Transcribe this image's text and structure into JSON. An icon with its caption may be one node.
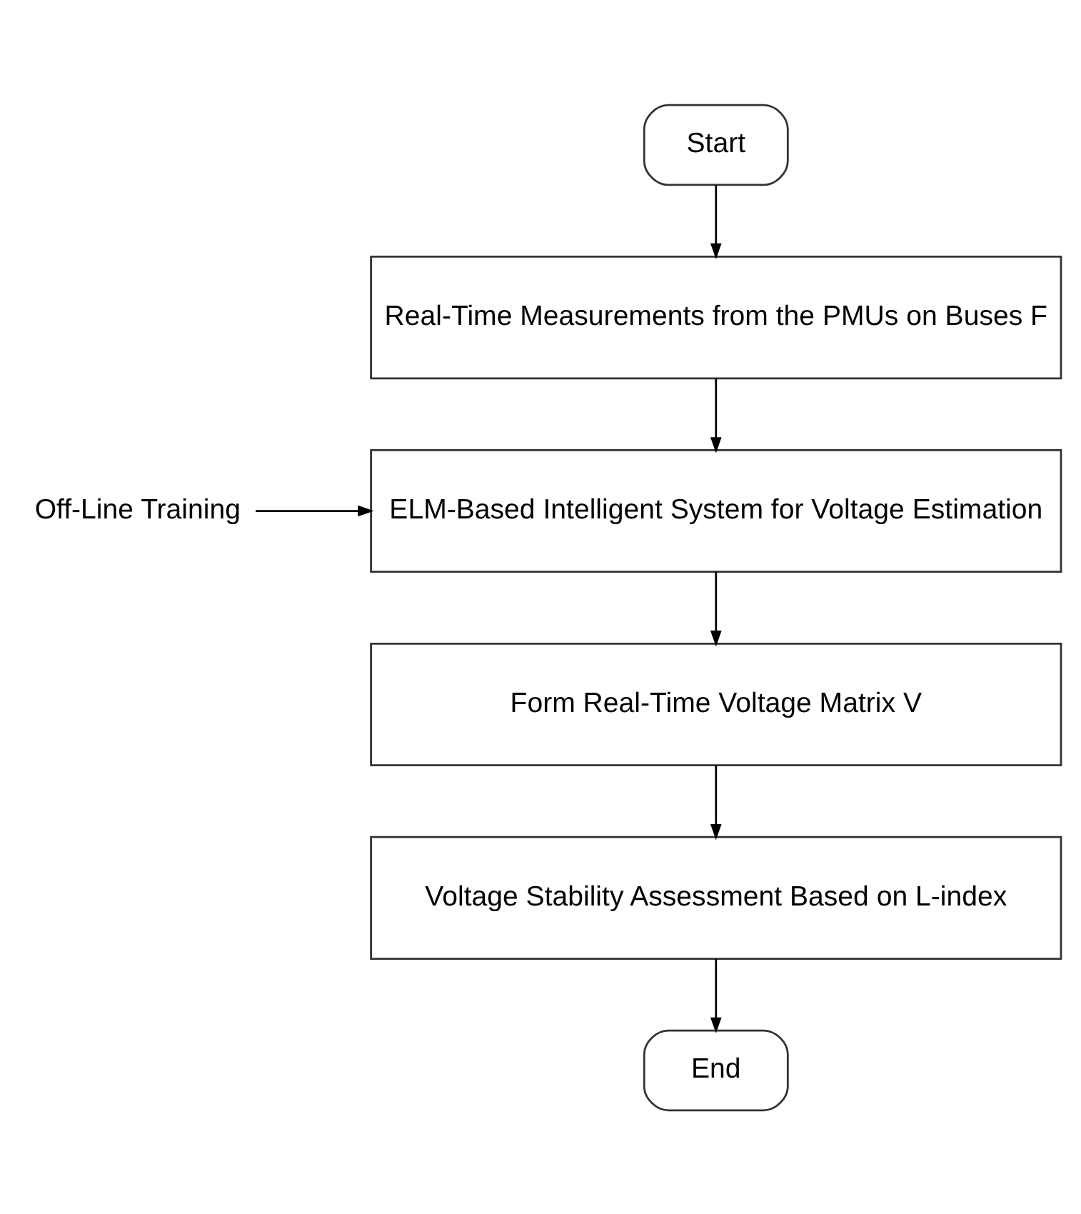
{
  "diagram": {
    "nodes": [
      {
        "text": [
          "Start"
        ]
      },
      {
        "text": [
          "Real-Time Measurements from the PMUs on Buses F"
        ]
      },
      {
        "text": [
          "ELM-Based Intelligent System for Voltage Estimation"
        ]
      },
      {
        "text": [
          "Form Real-Time Voltage Matrix V"
        ]
      },
      {
        "text": [
          "Voltage Stability Assessment Based on L-index"
        ]
      },
      {
        "text": [
          "End"
        ]
      },
      {
        "text": [
          "Off-Line Training"
        ]
      }
    ],
    "edges": [
      {
        "from": 0,
        "to": 1,
        "arrow": "to"
      },
      {
        "from": 1,
        "to": 2,
        "arrow": "to"
      },
      {
        "from": 2,
        "to": 3,
        "arrow": "to"
      },
      {
        "from": 3,
        "to": 4,
        "arrow": "to"
      },
      {
        "from": 4,
        "to": 5,
        "arrow": "to"
      },
      {
        "from": 6,
        "to": 2,
        "arrow": "to"
      }
    ]
  }
}
